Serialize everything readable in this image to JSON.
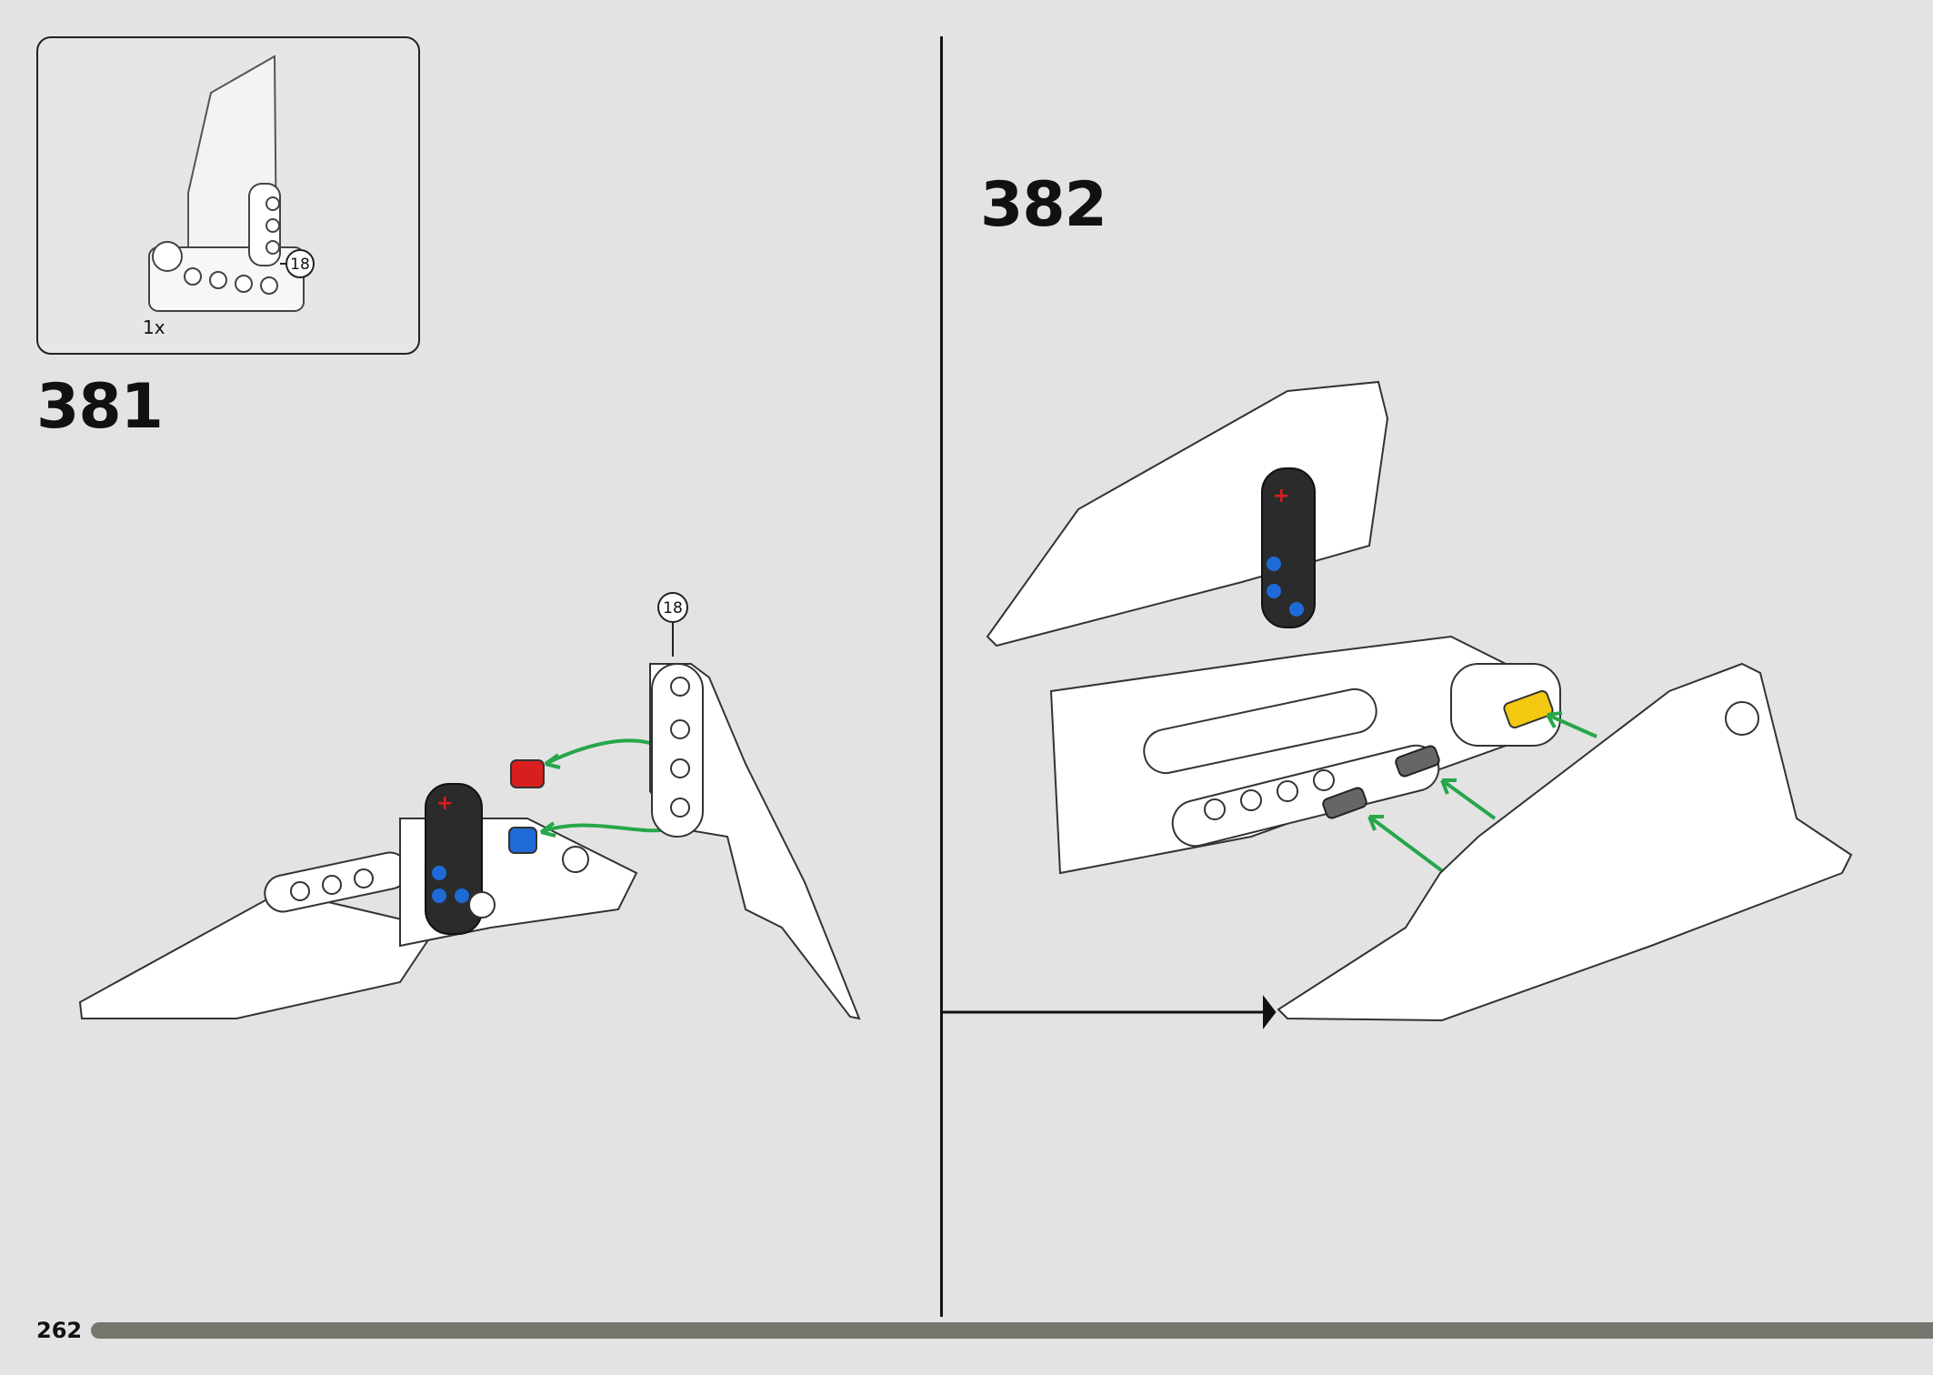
{
  "parts_box": {
    "quantity": "1x",
    "callout": "18"
  },
  "steps": [
    {
      "number": "381",
      "callout": "18"
    },
    {
      "number": "382"
    }
  ],
  "footer": {
    "page_number": "262"
  },
  "colors": {
    "background": "#e3e3e3",
    "progress_bar": "#75746d",
    "arrow_green": "#27a64a",
    "pin_red": "#d81e1e",
    "pin_blue": "#1e6bd8",
    "axle_yellow": "#f2c811",
    "beam_black": "#2b2b2b"
  }
}
